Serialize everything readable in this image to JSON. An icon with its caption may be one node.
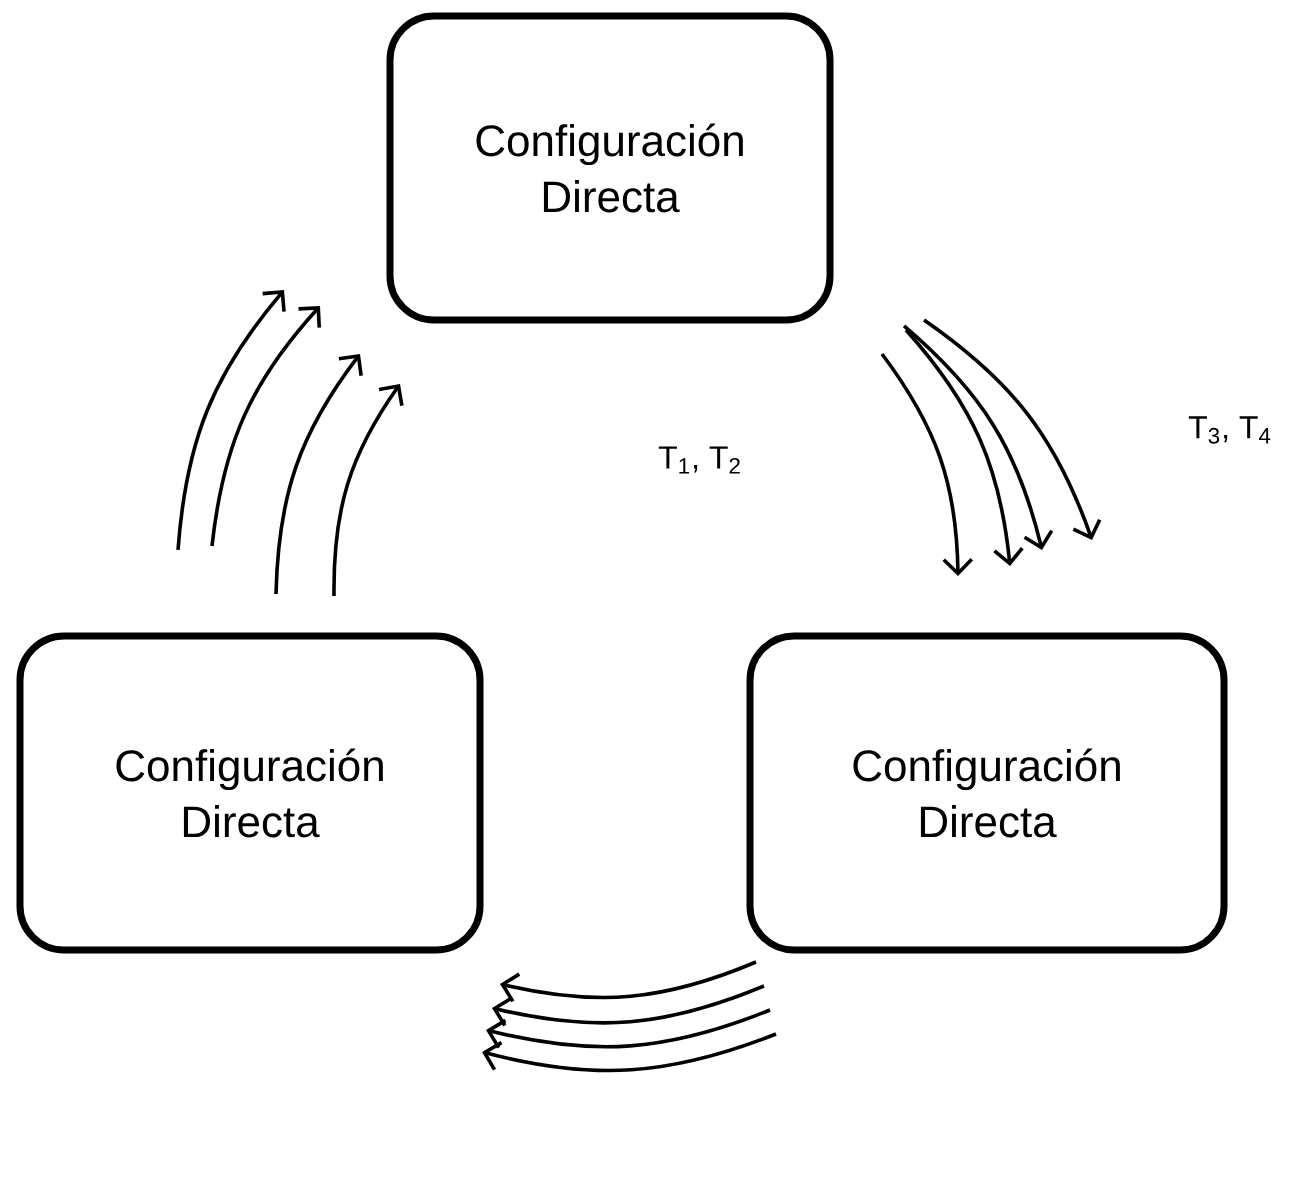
{
  "diagram": {
    "nodes": [
      {
        "text": [
          "Configuración Directa"
        ]
      },
      {
        "text": [
          "Configuración Directa"
        ]
      },
      {
        "text": [
          "Configuración Directa"
        ]
      }
    ],
    "edges": [
      {
        "from": 0,
        "to": 2,
        "arrow": "to"
      },
      {
        "from": 0,
        "to": 2,
        "arrow": "to"
      },
      {
        "from": 0,
        "to": 2,
        "arrow": "to"
      },
      {
        "from": 0,
        "to": 2,
        "arrow": "to"
      },
      {
        "from": 2,
        "to": 1,
        "arrow": "to"
      },
      {
        "from": 2,
        "to": 1,
        "arrow": "to"
      },
      {
        "from": 2,
        "to": 1,
        "arrow": "to"
      },
      {
        "from": 2,
        "to": 1,
        "arrow": "to"
      },
      {
        "from": 1,
        "to": 0,
        "arrow": "to"
      },
      {
        "from": 1,
        "to": 0,
        "arrow": "to"
      },
      {
        "from": 1,
        "to": 0,
        "arrow": "to"
      },
      {
        "from": 1,
        "to": 0,
        "arrow": "to"
      }
    ],
    "labels": [
      "T$_{1}$, T$_{2}$",
      "T$_{3}$, T$_{4}$"
    ]
  }
}
